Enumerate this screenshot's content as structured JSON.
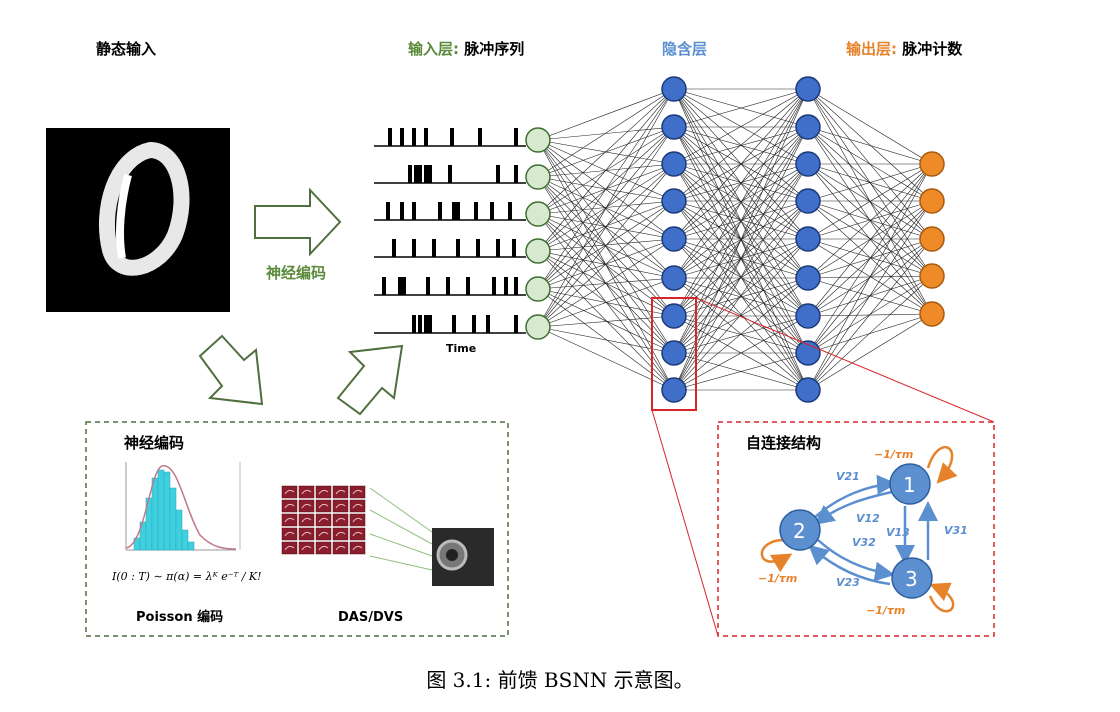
{
  "labels": {
    "static_input": "静态输入",
    "input_layer_prefix": "输入层:",
    "input_layer_suffix": " 脉冲序列",
    "hidden_layer": "隐含层",
    "output_layer_prefix": "输出层:",
    "output_layer_suffix": " 脉冲计数",
    "neural_encoding_arrow": "神经编码",
    "time_axis": "Time"
  },
  "encoding_box": {
    "title": "神经编码",
    "poisson_label": "Poisson 编码",
    "das_dvs_label": "DAS/DVS",
    "formula": "I(0 : T) ∼ π(α) = λᴷ e⁻ᵀ / K!"
  },
  "self_connection_box": {
    "title": "自连接结构",
    "nodes": [
      "1",
      "2",
      "3"
    ],
    "edge_labels": {
      "v21": "V21",
      "v12": "V12",
      "v13": "V13",
      "v31": "V31",
      "v32": "V32",
      "v23": "V23",
      "self1": "−1/τm",
      "self2": "−1/τm",
      "self3": "−1/τm"
    }
  },
  "caption": "图 3.1: 前馈 BSNN 示意图。",
  "colors": {
    "green_label": "#5a8a3a",
    "blue_label": "#5b8fd0",
    "orange_label": "#e6822a",
    "input_node_fill": "#d7ead0",
    "hidden_node_fill": "#3f6fc9",
    "output_node_fill": "#ef8a28",
    "red_box": "#d9252a",
    "box_border": "#4f6f3f"
  }
}
